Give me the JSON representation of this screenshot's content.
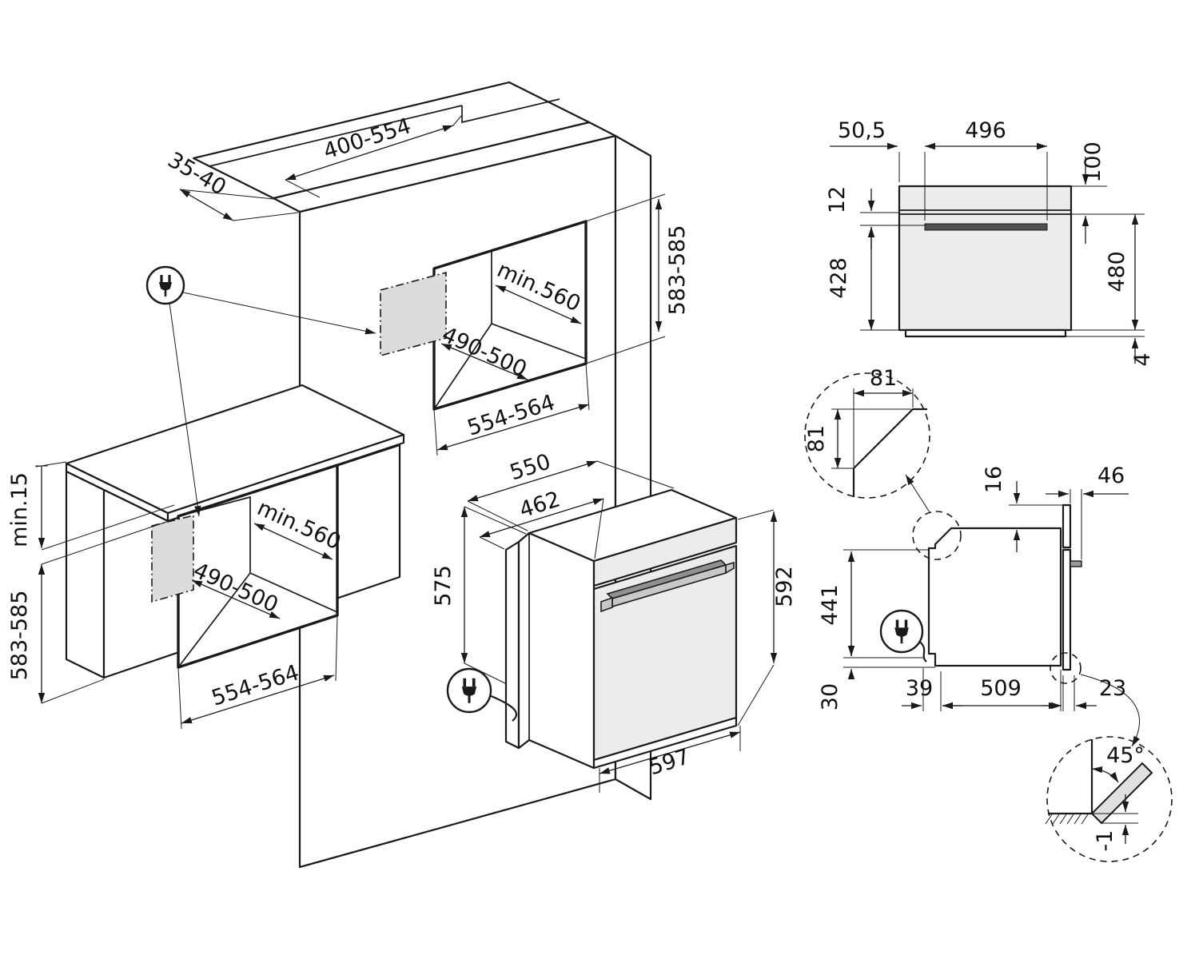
{
  "column_view": {
    "top_cutout_width": "400-554",
    "front_rail": "35-40",
    "niche_height": "583-585",
    "niche_width": "min.560",
    "bottom_depth": "490-500",
    "opening_width": "554-564"
  },
  "base_view": {
    "worktop_gap": "min.15",
    "niche_height": "583-585",
    "niche_width": "min.560",
    "bottom_depth": "490-500",
    "opening_width": "554-564"
  },
  "front_view": {
    "depth": "550",
    "casing_depth": "462",
    "casing_height": "575",
    "front_height": "592",
    "width": "597"
  },
  "back_view": {
    "side_offset": "50,5",
    "bracket_width": "496",
    "top_inset": "100",
    "bracket_gap": "12",
    "lower_height": "428",
    "rear_height": "480",
    "base_height": "4"
  },
  "chamfer_detail": {
    "width": "81",
    "height": "81"
  },
  "side_view": {
    "fascia_rise": "16",
    "handle_depth": "46",
    "flank_height": "441",
    "bottom_clearance": "30",
    "front_setback": "39",
    "body_depth": "509",
    "door_thickness": "23"
  },
  "door_detail": {
    "opening_angle": "45°",
    "floor_clearance": "-1"
  }
}
